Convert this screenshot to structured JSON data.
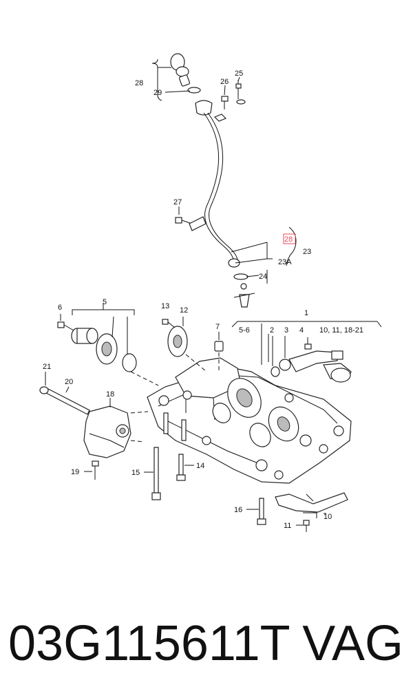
{
  "callouts": {
    "c1": "1",
    "c2": "2",
    "c3": "3",
    "c4": "4",
    "c5": "5",
    "c56": "5-6",
    "c6": "6",
    "c7": "7",
    "c10_11_18_21": "10, 11, 18-21",
    "c10": "10",
    "c11": "11",
    "c12": "12",
    "c13": "13",
    "c14": "14",
    "c15": "15",
    "c16": "16",
    "c18": "18",
    "c19": "19",
    "c20": "20",
    "c21": "21",
    "c23": "23",
    "c23a": "23A",
    "c24": "24",
    "c25": "25",
    "c26": "26",
    "c27": "27",
    "c28_top": "28",
    "c28_highlight": "28",
    "c29": "29"
  },
  "footer": {
    "part_number": "03G115611T",
    "brand": "VAG"
  },
  "colors": {
    "highlight": "#e74a5a",
    "ink": "#111111",
    "background": "#ffffff"
  }
}
